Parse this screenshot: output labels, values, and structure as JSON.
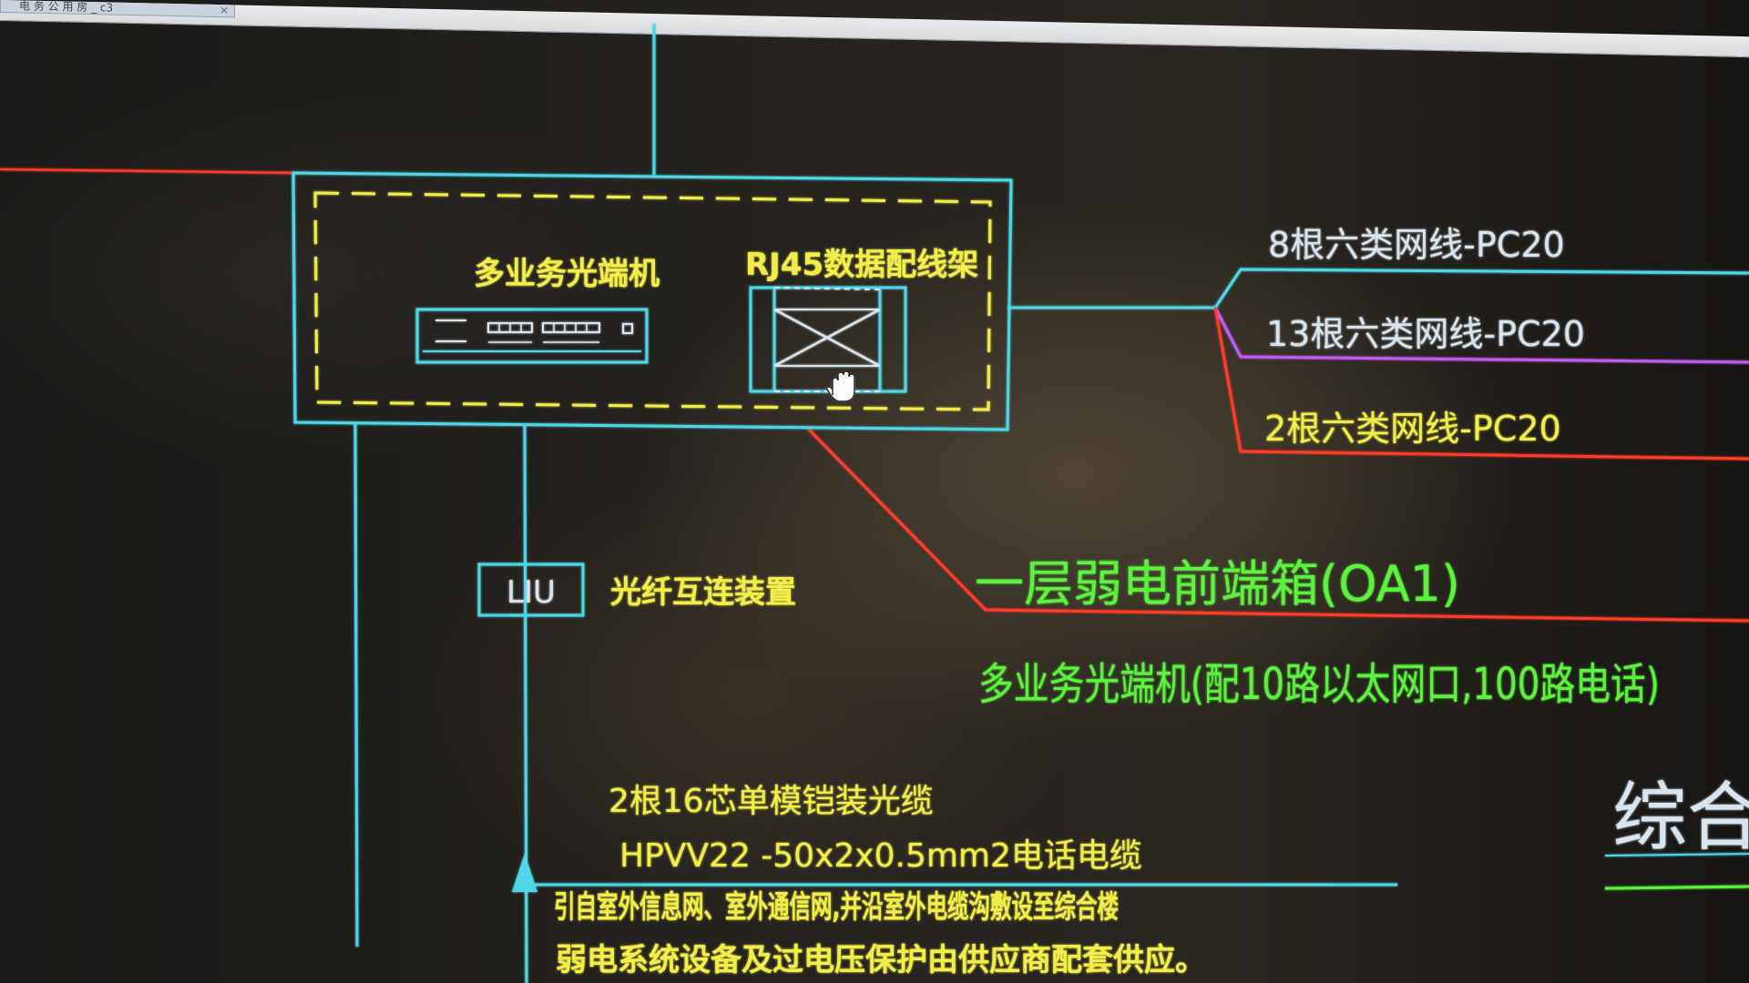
{
  "tab": {
    "title": "电 务 公 用 房 _ c3",
    "close_glyph": "×"
  },
  "colors": {
    "cyan": "#4fd6e6",
    "yellow": "#f1ee49",
    "red": "#ff3b2a",
    "magenta": "#c05cf0",
    "green": "#5cf23c",
    "white_text": "#d8e4ee"
  },
  "cabinet": {
    "optical_terminal_label": "多业务光端机",
    "patch_panel_label": "RJ45数据配线架"
  },
  "liu": {
    "box_label": "LIU",
    "desc": "光纤互连装置"
  },
  "cables": {
    "line1": "8根六类网线-PC20",
    "line2": "13根六类网线-PC20",
    "line3": "2根六类网线-PC20"
  },
  "front_box": {
    "title": "一层弱电前端箱(OA1)",
    "desc": "多业务光端机(配10路以太网口,100路电话)"
  },
  "incoming": {
    "fiber": "2根16芯单模铠装光缆",
    "phone_cable": "HPVV22  -50x2x0.5mm2电话电缆",
    "note1": "引自室外信息网、室外通信网,并沿室外电缆沟敷设至综合楼",
    "note2": "弱电系统设备及过电压保护由供应商配套供应。"
  },
  "corner_title": "综合楼",
  "cursor": "hand-cursor"
}
